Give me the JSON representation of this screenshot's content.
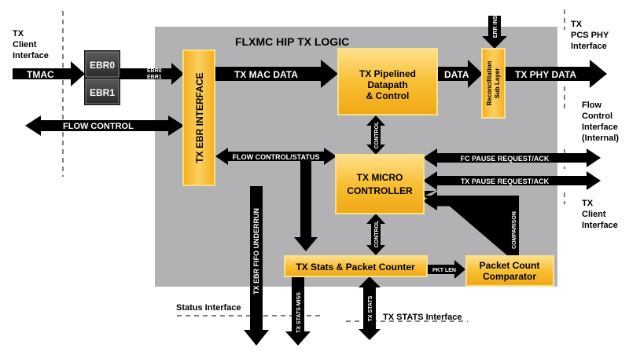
{
  "title": "FLXMC HIP TX LOGIC",
  "interfaces": {
    "tx_client_left": "TX\nClient\nInterface",
    "tx_pcs_phy": "TX\nPCS PHY\nInterface",
    "flow_control_internal": "Flow\nControl\nInterface\n(Internal)",
    "tx_client_right": "TX\nClient\nInterface",
    "status_interface": "Status Interface",
    "tx_stats_interface": "TX STATS Interface"
  },
  "blocks": {
    "ebr0": "EBR0",
    "ebr1": "EBR1",
    "tx_ebr_interface": "TX EBR INTERFACE",
    "tx_pipelined": "TX Pipelined\nDatapath\n& Control",
    "reconciliation": "Reconcilliation\nSub Layer",
    "tx_micro": "TX MICRO\nCONTROLLER",
    "stats_counter": "TX Stats & Packet Counter",
    "packet_count_comparator": "Packet Count\nComparator"
  },
  "signals": {
    "tmac": "TMAC",
    "ebr_small_0": "EBR0",
    "ebr_small_1": "EBR1",
    "tx_mac_data": "TX MAC DATA",
    "data": "DATA",
    "tx_phy_data": "TX PHY DATA",
    "err_ins": "ERR INS",
    "flow_control": "FLOW CONTROL",
    "flow_control_status": "FLOW CONTROL/STATUS",
    "fc_pause": "FC PAUSE REQUEST/ACK",
    "tx_pause": "TX PAUSE REQUEST/ACK",
    "control_upper": "CONTROL",
    "control_lower": "CONTROL",
    "comparison": "COMPARISON",
    "pkt_len": "PKT LEN",
    "ebr_fifo_underrun": "TX EBR FIFO UNDERRUN",
    "stats_miss": "TX STATS MISS",
    "tx_stats": "TX STATS"
  },
  "colors": {
    "panel": "#b3b3b5",
    "block_orange": "#f6b51c",
    "block_orange_light": "#fcd36a",
    "ebr_dark": "#3a3a3c",
    "arrow": "#000000"
  }
}
